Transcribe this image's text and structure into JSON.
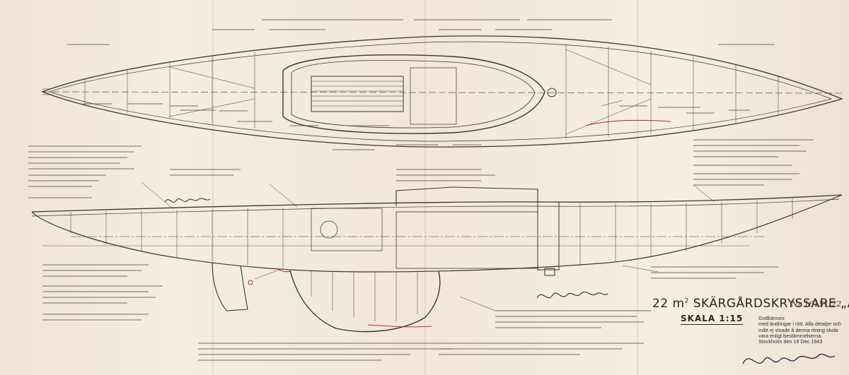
{
  "title": {
    "main_prefix": "22 m",
    "main_sup": "2",
    "main_suffix": " SKÄRGÅRDSKRYSSARE „A”",
    "scale": "SKALA 1:15"
  },
  "drawing_number": "Nr 16151/22",
  "approval_stamp": {
    "line1": "Godkännes",
    "line2": "med ändringar i rött. Alla detaljer och",
    "line3": "mått ej visade å denna ritning skola",
    "line4": "vara enligt bestämmelserna.",
    "line5": "Stockholm den 18 Dec 1943"
  },
  "colors": {
    "paper": "#f1e8da",
    "ink": "#3b3633",
    "red_correction": "#b03030"
  }
}
